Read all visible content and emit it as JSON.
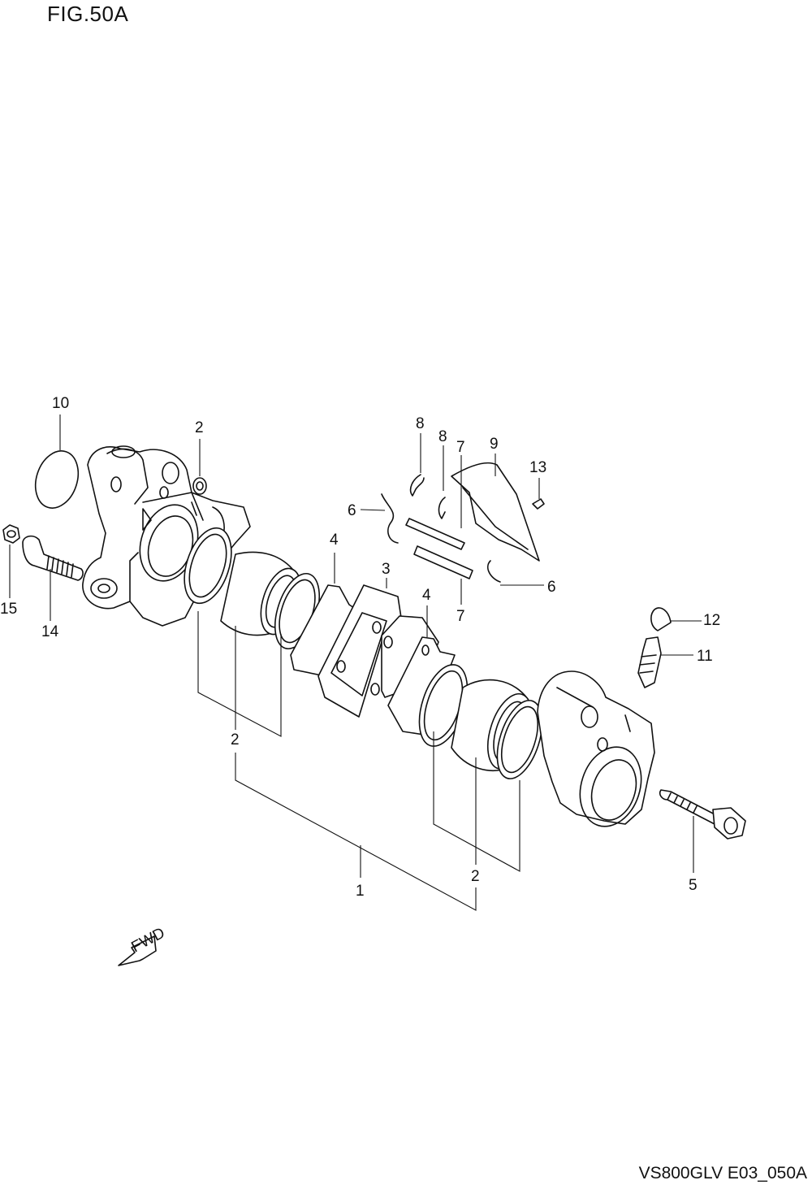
{
  "figure": {
    "title": "FIG.50A",
    "code": "VS800GLV E03_050A"
  },
  "fwd_label": "FWD",
  "callouts": {
    "c10": "10",
    "c2a": "2",
    "c8a": "8",
    "c8b": "8",
    "c7a": "7",
    "c9": "9",
    "c13": "13",
    "c6a": "6",
    "c6b": "6",
    "c15": "15",
    "c14": "14",
    "c4a": "4",
    "c3": "3",
    "c4b": "4",
    "c7b": "7",
    "c12": "12",
    "c11": "11",
    "c2b": "2",
    "c1": "1",
    "c2c": "2",
    "c5": "5"
  }
}
